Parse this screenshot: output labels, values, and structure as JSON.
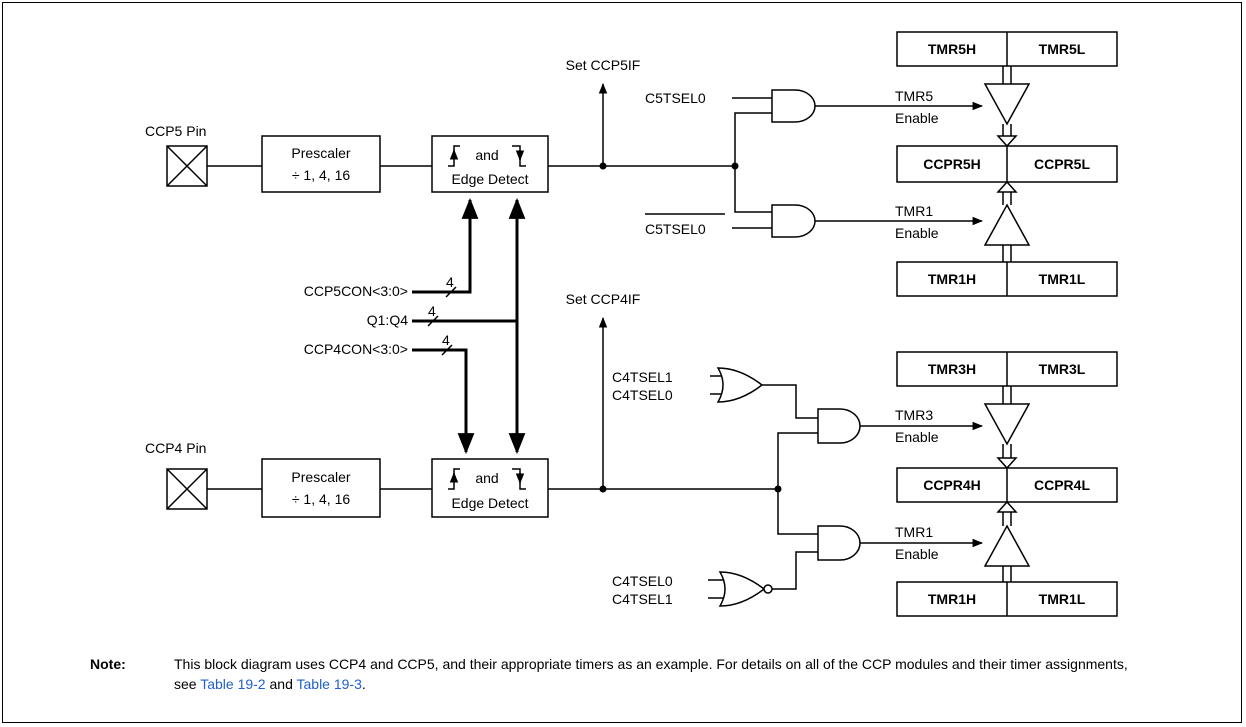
{
  "pins": {
    "ccp5": "CCP5 Pin",
    "ccp4": "CCP4 Pin"
  },
  "prescaler": {
    "title": "Prescaler",
    "ratio": "÷ 1, 4, 16"
  },
  "edge_detect": {
    "and": "and",
    "label": "Edge Detect"
  },
  "flags": {
    "ccp5": "Set CCP5IF",
    "ccp4": "Set CCP4IF"
  },
  "control": {
    "ccp5con": "CCP5CON<3:0>",
    "q1q4": "Q1:Q4",
    "ccp4con": "CCP4CON<3:0>",
    "bus_width": "4"
  },
  "select_signals": {
    "c5tsel0": "C5TSEL0",
    "c5tsel0_bar": "C5TSEL0",
    "c4tsel1": "C4TSEL1",
    "c4tsel0": "C4TSEL0"
  },
  "enables": {
    "tmr5": "TMR5",
    "tmr1": "TMR1",
    "tmr3": "TMR3",
    "enable": "Enable"
  },
  "registers": {
    "tmr5h": "TMR5H",
    "tmr5l": "TMR5L",
    "ccpr5h": "CCPR5H",
    "ccpr5l": "CCPR5L",
    "tmr1h": "TMR1H",
    "tmr1l": "TMR1L",
    "tmr3h": "TMR3H",
    "tmr3l": "TMR3L",
    "ccpr4h": "CCPR4H",
    "ccpr4l": "CCPR4L"
  },
  "note": {
    "label": "Note:",
    "text1": "This block diagram uses CCP4 and CCP5, and their appropriate timers as an example. For details on all of the CCP modules and their timer assignments, see ",
    "link1": "Table 19-2",
    "mid": " and ",
    "link2": "Table 19-3",
    "end": "."
  },
  "colors": {
    "link": "#1f5fcf",
    "line": "#000000"
  }
}
